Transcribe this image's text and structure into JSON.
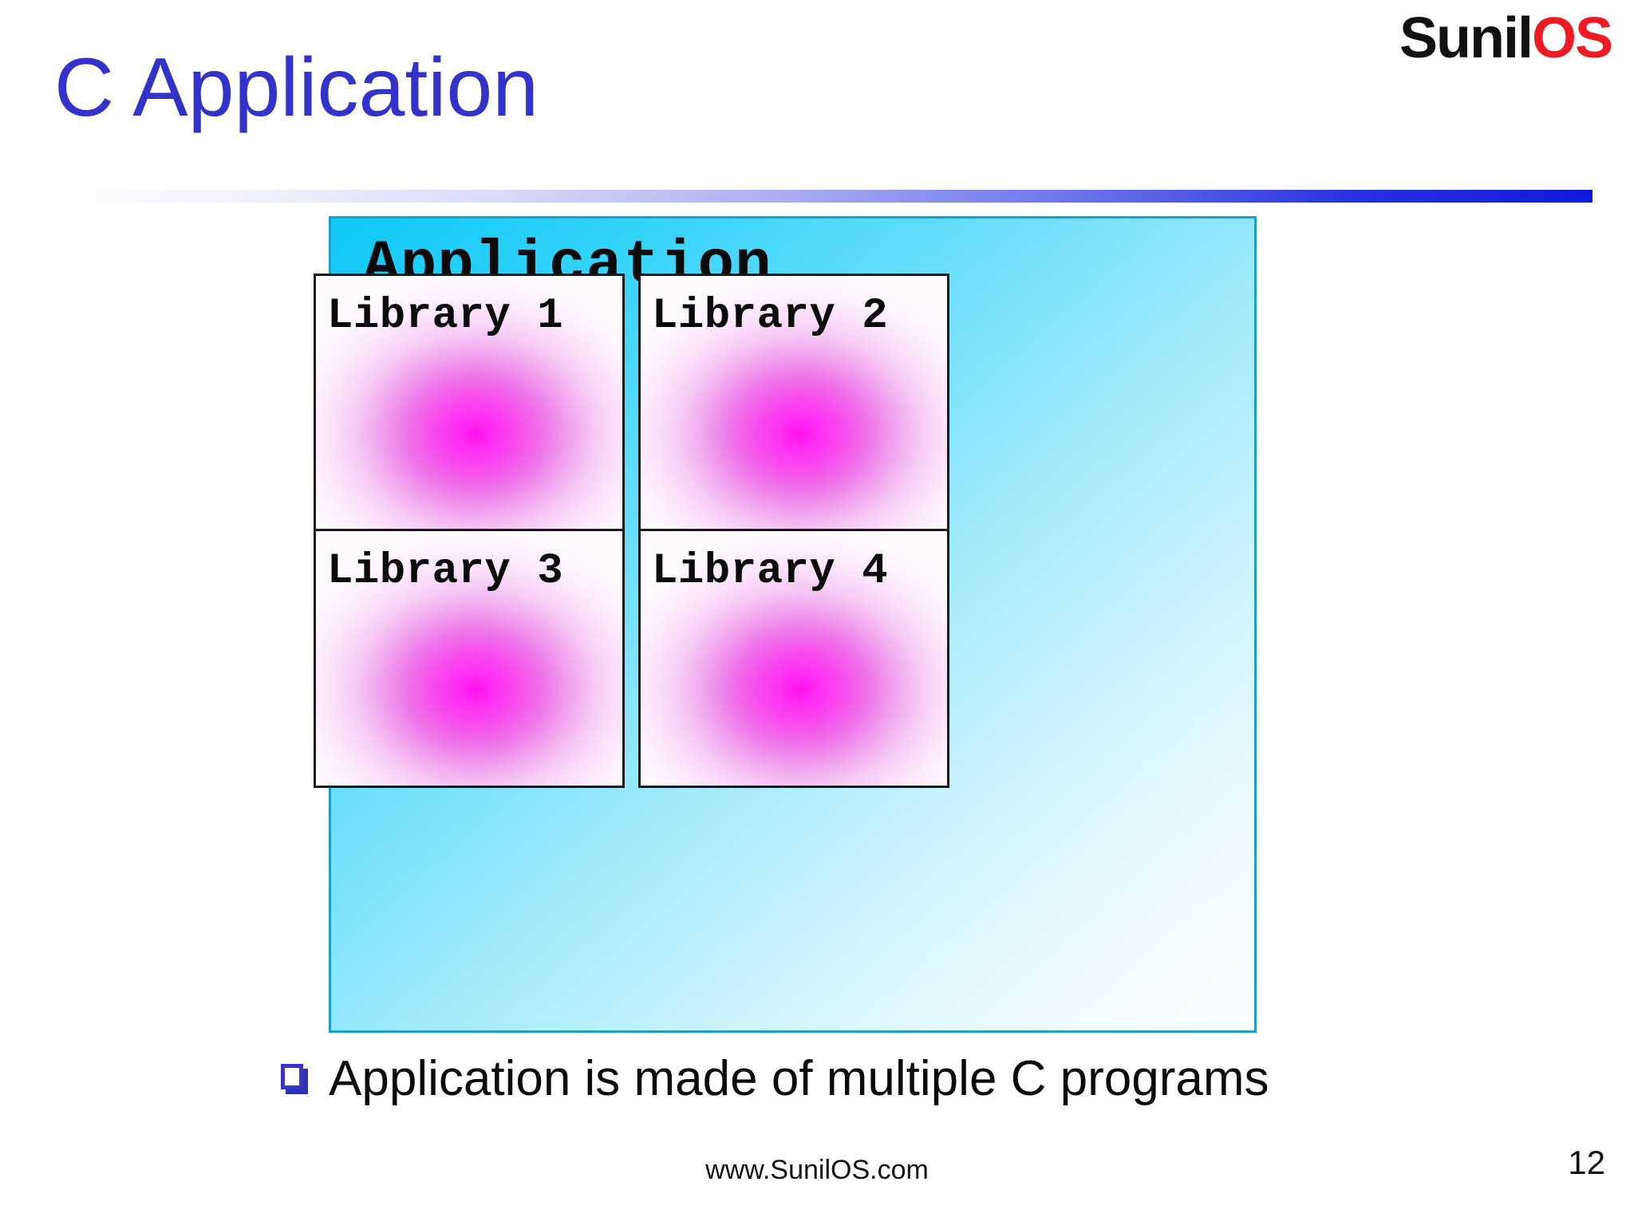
{
  "slide": {
    "title": "C Application",
    "title_color": "#3333CC",
    "page_number": "12"
  },
  "logo": {
    "part_dark": "Sunil",
    "part_accent": "OS",
    "dark_color": "#111111",
    "accent_color": "#ED1B24"
  },
  "diagram": {
    "container_label": "Application",
    "container_border_color": "#1B9FC6",
    "container_fill_from": "#0FC8F5",
    "container_fill_to": "#FAFEFF",
    "box_border_color": "#1A1A1A",
    "box_fill_center": "#FF14F0",
    "box_fill_edge": "#FEFAFE",
    "boxes": [
      {
        "label": "Library 1"
      },
      {
        "label": "Library 2"
      },
      {
        "label": "Library 3"
      },
      {
        "label": "Library 4"
      }
    ]
  },
  "bullets": [
    {
      "marker": "hollow-square-bullet",
      "marker_color": "#3A33C4",
      "text": "Application is made of multiple C programs"
    }
  ],
  "footer": {
    "url": "www.SunilOS.com"
  }
}
